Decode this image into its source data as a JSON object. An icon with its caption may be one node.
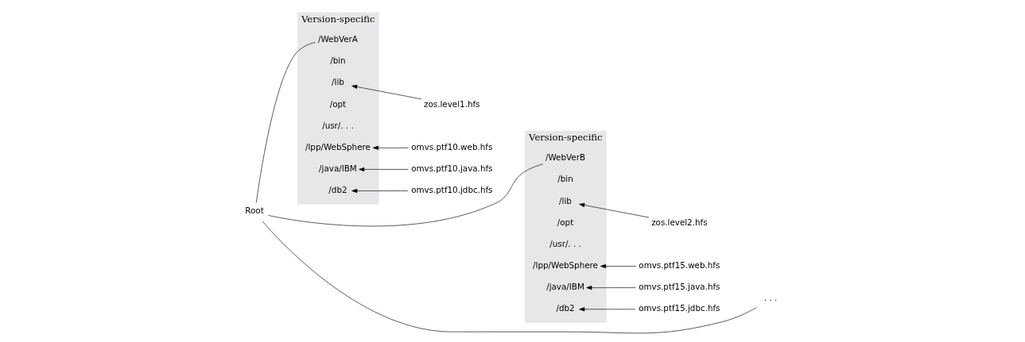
{
  "diagram": {
    "nodes": [
      {
        "text": [
          "Root"
        ]
      },
      {
        "text": [
          "Version-specific"
        ]
      },
      {
        "text": [
          "/WebVerA"
        ],
        "in": 1
      },
      {
        "text": [
          "/bin"
        ],
        "in": 1
      },
      {
        "text": [
          "/lib"
        ],
        "in": 1
      },
      {
        "text": [
          "/opt"
        ],
        "in": 1
      },
      {
        "text": [
          "/usr/. . ."
        ],
        "in": 1
      },
      {
        "text": [
          "/lpp/WebSphere"
        ],
        "in": 1
      },
      {
        "text": [
          "/java/IBM"
        ],
        "in": 1
      },
      {
        "text": [
          "/db2"
        ],
        "in": 1
      },
      {
        "text": [
          "zos.level1.hfs"
        ]
      },
      {
        "text": [
          "omvs.ptf10.web.hfs"
        ]
      },
      {
        "text": [
          "omvs.ptf10.java.hfs"
        ]
      },
      {
        "text": [
          "omvs.ptf10.jdbc.hfs"
        ]
      },
      {
        "text": [
          "Version-specific"
        ]
      },
      {
        "text": [
          "/WebVerB"
        ],
        "in": 14
      },
      {
        "text": [
          "/bin"
        ],
        "in": 14
      },
      {
        "text": [
          "/lib"
        ],
        "in": 14
      },
      {
        "text": [
          "/opt"
        ],
        "in": 14
      },
      {
        "text": [
          "/usr/. . ."
        ],
        "in": 14
      },
      {
        "text": [
          "/lpp/WebSphere"
        ],
        "in": 14
      },
      {
        "text": [
          "/java/IBM"
        ],
        "in": 14
      },
      {
        "text": [
          "/db2"
        ],
        "in": 14
      },
      {
        "text": [
          "zos.level2.hfs"
        ]
      },
      {
        "text": [
          "omvs.ptf15.web.hfs"
        ]
      },
      {
        "text": [
          "omvs.ptf15.java.hfs"
        ]
      },
      {
        "text": [
          "omvs.ptf15.jdbc.hfs"
        ]
      },
      {
        "text": [
          ". . ."
        ]
      }
    ],
    "edges": [
      {
        "from": 0,
        "to": 2,
        "arrow": "none"
      },
      {
        "from": 0,
        "to": 15,
        "arrow": "none"
      },
      {
        "from": 0,
        "to": 27,
        "arrow": "none"
      },
      {
        "from": 10,
        "to": 4,
        "arrow": "to"
      },
      {
        "from": 11,
        "to": 7,
        "arrow": "to"
      },
      {
        "from": 12,
        "to": 8,
        "arrow": "to"
      },
      {
        "from": 13,
        "to": 9,
        "arrow": "to"
      },
      {
        "from": 23,
        "to": 17,
        "arrow": "to"
      },
      {
        "from": 24,
        "to": 20,
        "arrow": "to"
      },
      {
        "from": 25,
        "to": 21,
        "arrow": "to"
      },
      {
        "from": 26,
        "to": 22,
        "arrow": "to"
      }
    ]
  }
}
